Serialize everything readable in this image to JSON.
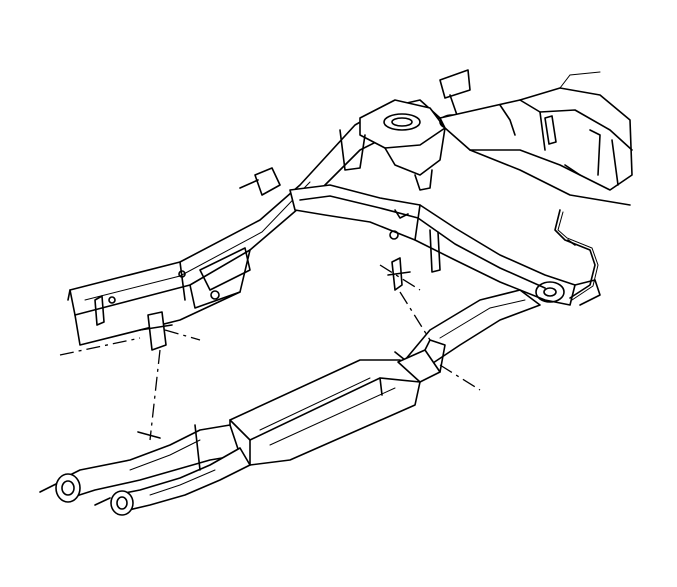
{
  "diagram": {
    "components": [
      "frame-rail-left",
      "frame-rail-right",
      "crossmember",
      "front-crossmember-mount",
      "exhaust-pipe-front",
      "muffler",
      "tailpipe-dual",
      "exhaust-hanger-front",
      "exhaust-hanger-rear",
      "brake-line"
    ],
    "colors": {
      "line": "#000000",
      "background": "#ffffff"
    }
  }
}
